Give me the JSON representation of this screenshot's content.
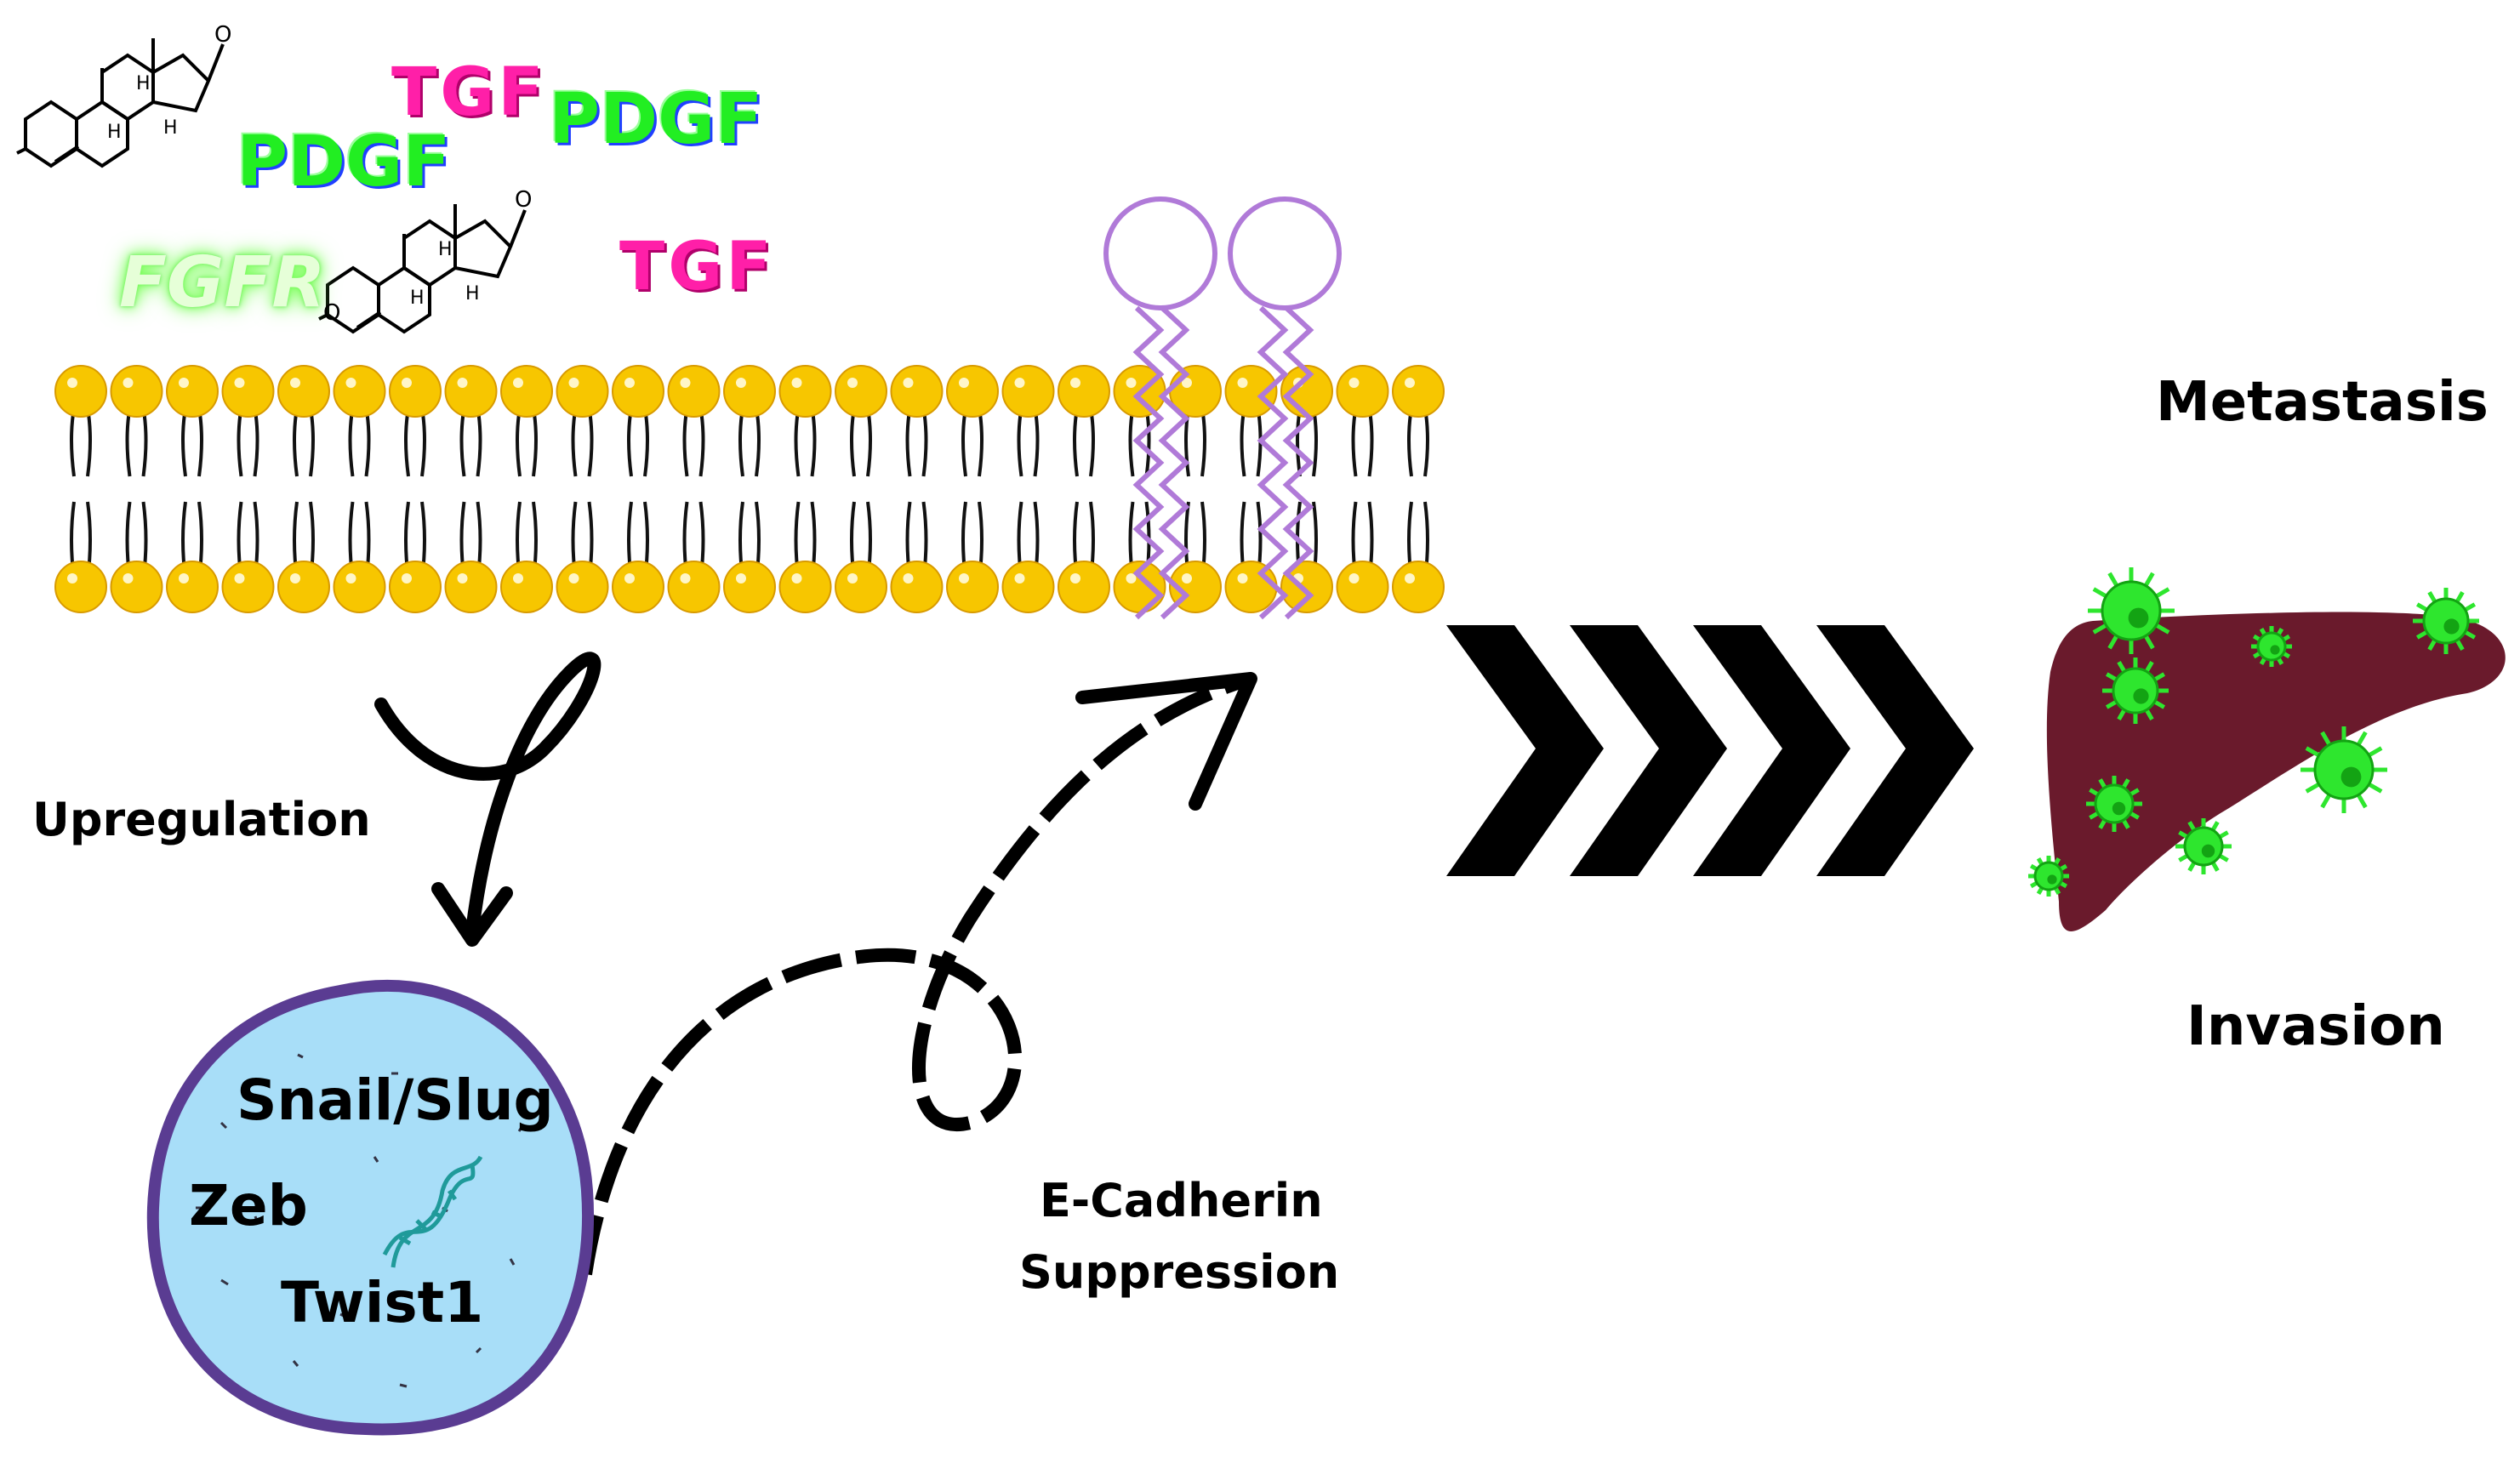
{
  "molecules": {
    "pdgf_1": "PDGF",
    "pdgf_2": "PDGF",
    "tgf_1": "TGF",
    "tgf_2": "TGF",
    "fgfr": "FGFR",
    "steroid_1_ketone": "O",
    "steroid_1_h1": "H",
    "steroid_1_h2": "H",
    "steroid_1_h3": "H",
    "steroid_2_ketone": "O",
    "steroid_2_enone": "O",
    "steroid_2_h1": "H",
    "steroid_2_h2": "H",
    "steroid_2_h3": "H"
  },
  "labels": {
    "upregulation": "Upregulation",
    "suppression_line1": "E-Cadherin",
    "suppression_line2": "Suppression",
    "metastasis": "Metastasis",
    "invasion": "Invasion"
  },
  "nucleus": {
    "factor_1": "Snail/Slug",
    "factor_2": "Zeb",
    "factor_3": "Twist1"
  },
  "colors": {
    "pdgf": "#22ee22",
    "tgf": "#ff1fa8",
    "fgfr": "#d8ffc4",
    "phospholipid_head": "#f7c600",
    "ecadherin": "#b07ad8",
    "nucleus_fill": "#a8def8",
    "nucleus_border": "#5a3c92",
    "liver": "#6a1a2c",
    "tumor": "#2ee62e"
  },
  "icons": [
    "steroid-molecule-icon",
    "dna-helix-icon",
    "liver-icon",
    "tumor-cell-icon",
    "chevron-right-icon"
  ]
}
